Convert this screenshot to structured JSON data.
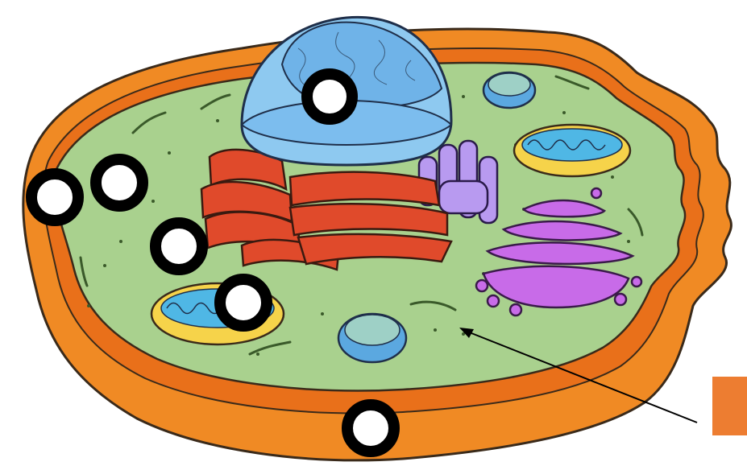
{
  "diagram": {
    "subject": "animal-cell",
    "colors": {
      "membrane": "#F08A24",
      "membrane_dark": "#E9701A",
      "cytoplasm": "#A9D18E",
      "nucleus": "#8EC9F0",
      "nucleus_inner": "#6FB3E8",
      "rough_er": "#E04A2B",
      "golgi": "#C86BE8",
      "smooth_er": "#B89AF0",
      "mitochondria_outer": "#F6D34A",
      "mitochondria_inner": "#4FB7E5",
      "lysosome": "#5BA8E0",
      "marker_ring": "#000000",
      "marker_fill": "#FFFFFF",
      "answer_box": "#ED7D31",
      "arrow": "#000000"
    },
    "label_markers": [
      {
        "id": "marker-nucleus",
        "points_to": "nucleus"
      },
      {
        "id": "marker-membrane-left",
        "points_to": "cell-membrane"
      },
      {
        "id": "marker-cytoplasm-upper",
        "points_to": "cytoplasm"
      },
      {
        "id": "marker-cytoplasm-mid",
        "points_to": "cytoplasm"
      },
      {
        "id": "marker-mitochondrion",
        "points_to": "mitochondrion"
      },
      {
        "id": "marker-membrane-bottom",
        "points_to": "cell-membrane"
      }
    ],
    "answer_box": {
      "text": ""
    }
  }
}
